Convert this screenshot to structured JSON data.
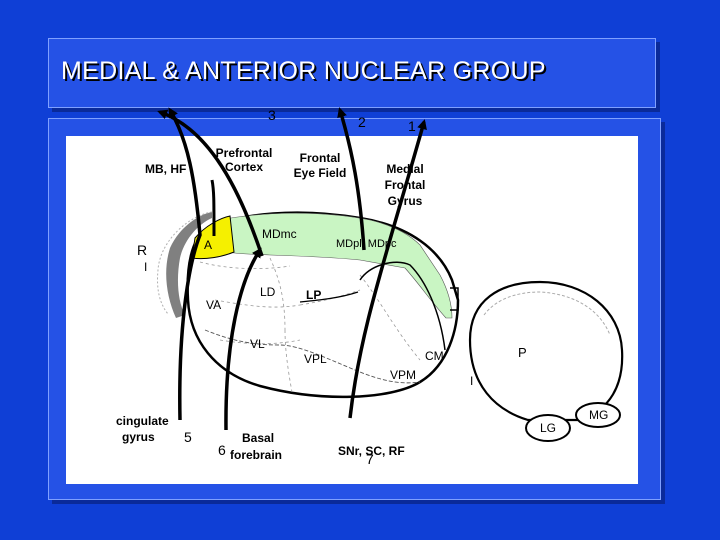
{
  "title": "MEDIAL & ANTERIOR NUCLEAR GROUP",
  "colors": {
    "background": "#0f3fd6",
    "panel": "#2552e6",
    "mediodorsal_region": "#c9f5c3",
    "anterior_nucleus": "#f5f000",
    "reticular_band": "#808080"
  },
  "pathway_numbers": [
    "1",
    "2",
    "3",
    "5",
    "6",
    "7"
  ],
  "targets": {
    "prefrontal_cortex": [
      "Prefrontal",
      "Cortex"
    ],
    "frontal_eye_field": [
      "Frontal",
      "Eye Field"
    ],
    "medial_frontal_gyrus": [
      "Medial",
      "Frontal",
      "Gyrus"
    ],
    "mb_hf": "MB, HF",
    "cingulate_gyrus": [
      "cingulate",
      "gyrus"
    ],
    "basal_forebrain": [
      "Basal",
      "forebrain"
    ],
    "snr_sc_rf": "SNr, SC, RF"
  },
  "nuclei": {
    "R": "R",
    "I_left": "I",
    "A": "A",
    "MDmc": "MDmc",
    "MDpl_MDpc": "MDpl, MDpc",
    "LD": "LD",
    "LP": "LP",
    "VA": "VA",
    "VL": "VL",
    "VPL": "VPL",
    "VPM": "VPM",
    "CM": "CM",
    "P": "P",
    "I_right": "I",
    "LG": "LG",
    "MG": "MG"
  }
}
